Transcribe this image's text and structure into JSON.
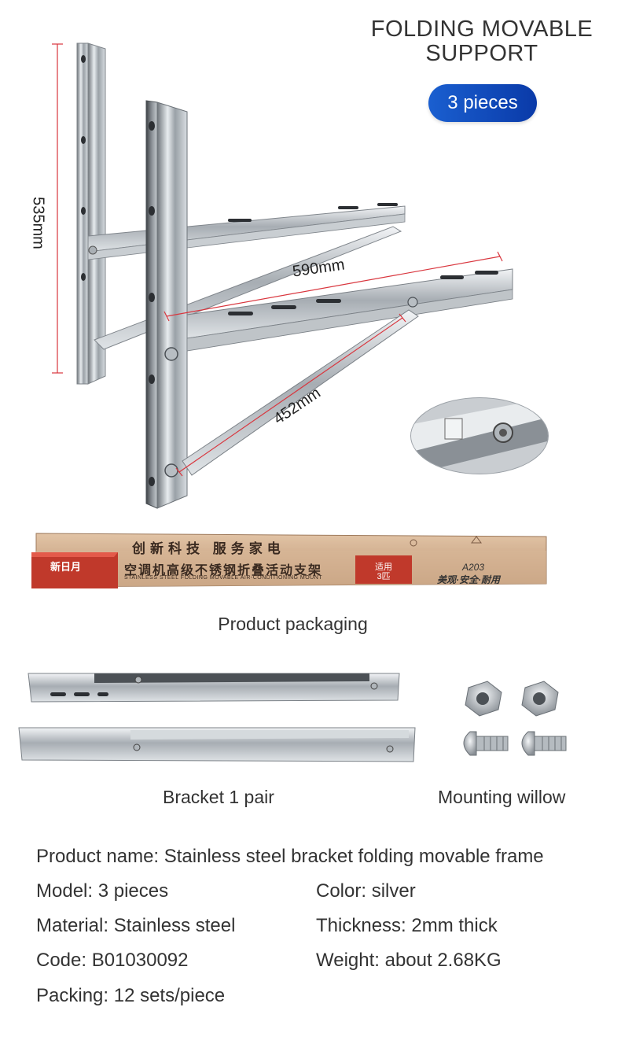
{
  "header": {
    "title_line1": "FOLDING MOVABLE",
    "title_line2": "SUPPORT",
    "badge": "3 pieces",
    "badge_color": "#0f4bbd"
  },
  "dimensions": {
    "height": "535mm",
    "length": "590mm",
    "diagonal": "452mm"
  },
  "packaging": {
    "line1": "创新科技  服务家电",
    "line2": "空调机高级不锈钢折叠活动支架",
    "line3": "STAINLESS STEEL FOLDING MOVABLE AIR-CONDITIONING MOUNT",
    "brand": "新日月",
    "tag_line1": "适用",
    "tag_line2": "3匹",
    "model": "A203",
    "slogan": "美观·安全·耐用"
  },
  "captions": {
    "packaging": "Product packaging",
    "bracket": "Bracket 1 pair",
    "mounting": "Mounting willow"
  },
  "specs": {
    "product_name": "Product name: Stainless steel bracket folding movable frame",
    "model": "Model: 3 pieces",
    "color": "Color: silver",
    "material": "Material: Stainless steel",
    "thickness": "Thickness: 2mm thick",
    "code": "Code: B01030092",
    "weight": "Weight: about 2.68KG",
    "packing": "Packing: 12 sets/piece"
  },
  "colors": {
    "dimension_line": "#d9363e",
    "packaging_box": "#c9a383",
    "packaging_band": "#c0392b"
  }
}
